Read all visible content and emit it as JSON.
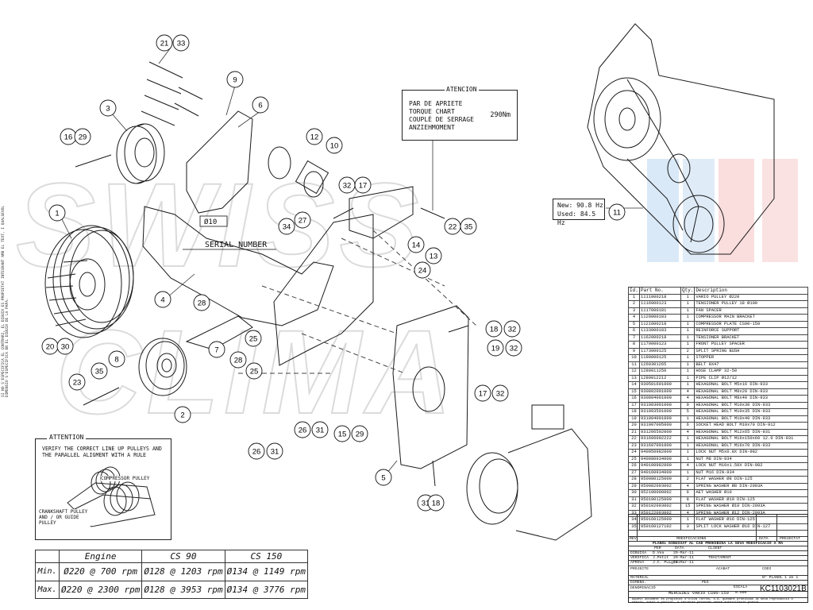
{
  "watermark": {
    "line1": "SWISS",
    "line2": "CLIMA",
    "colors": {
      "blue": "#9ec6ea",
      "red": "#f2a7a7",
      "grey": "#b9b9b9"
    }
  },
  "side_note": "SI NO S'ESPECIFICA EL CONTRARI, EL DIBUIX ES PROPIETAT INTEGRANT AMB EL TEXT, I QUALSEVOL DIMENSIO S'ESPECIFICA EN EL DIBUIX DE LA PAPA.",
  "serial_number_label": "SERIAL NUMBER",
  "diameter_label": "Ø10",
  "callouts": [
    "21",
    "33",
    "9",
    "6",
    "3",
    "16",
    "29",
    "12",
    "10",
    "1",
    "32",
    "17",
    "34",
    "27",
    "22",
    "35",
    "14",
    "13",
    "24",
    "4",
    "28",
    "20",
    "30",
    "7",
    "25",
    "28",
    "25",
    "8",
    "35",
    "23",
    "2",
    "18",
    "32",
    "19",
    "32",
    "26",
    "31",
    "26",
    "31",
    "15",
    "29",
    "17",
    "32",
    "5",
    "31",
    "18",
    "11"
  ],
  "torque_chart": {
    "title": "ATENCION",
    "lines": [
      "PAR DE APRIETE",
      "TORQUE CHART",
      "COUPLÉ DE SERRAGE",
      "ANZIEHMOMENT"
    ],
    "value": "290Nm"
  },
  "frequency": {
    "new": "New: 90.8 Hz",
    "used": "Used: 84.5 Hz",
    "callout": "11"
  },
  "attention": {
    "title": "ATTENTION",
    "text": "VERIFY THE CORRECT LINE UP PULLEYS AND THE PARALLEL ALIGMENT WITH A RULE",
    "compressor_label": "COMPRESSOR PULLEY",
    "crankshaft_label": "CRANKSHAFT PULLEY AND / OR GUIDE PULLEY"
  },
  "rpm_table": {
    "headers": [
      "",
      "Engine",
      "CS 90",
      "CS 150"
    ],
    "rows": [
      [
        "Min.",
        "Ø220 @ 700 rpm",
        "Ø128 @ 1203 rpm",
        "Ø134 @ 1149 rpm"
      ],
      [
        "Max.",
        "Ø220 @ 2300 rpm",
        "Ø128 @ 3953 rpm",
        "Ø134 @ 3776 rpm"
      ]
    ]
  },
  "parts_list": {
    "headers": [
      "Id.",
      "Part No.",
      "Qty.",
      "Description"
    ],
    "rows": [
      [
        "1",
        "1111000218",
        "1",
        "VARIO PULLEY Ø220"
      ],
      [
        "2",
        "1116000123",
        "1",
        "TENSIONER PULLEY 18 Ø100"
      ],
      [
        "3",
        "1117000181",
        "1",
        "FAN SPACER"
      ],
      [
        "4",
        "1120000183",
        "1",
        "COMPRESSOR MAIN BRACKET"
      ],
      [
        "5",
        "1121000218",
        "1",
        "COMPRESSOR PLATE CS90-150"
      ],
      [
        "6",
        "1133000183",
        "1",
        "REINFORCE SUPPORT"
      ],
      [
        "7",
        "1162000218",
        "1",
        "TENSIONER BRACKET"
      ],
      [
        "8",
        "1170000123",
        "1",
        "FRONT PULLEY SPACER"
      ],
      [
        "9",
        "1173000125",
        "2",
        "SPLIT SPRING BUSH"
      ],
      [
        "10",
        "1190000125",
        "1",
        "STOPPER"
      ],
      [
        "11",
        "1260301265",
        "1",
        "BELT 8X47"
      ],
      [
        "12",
        "1280011250",
        "1",
        "HOSE CLAMP 32-50"
      ],
      [
        "13",
        "1280012212",
        "1",
        "PIPE CLIP Ø12/12"
      ],
      [
        "14",
        "930501601000",
        "1",
        "HEXAGONAL BOLT M5x16 DIN-933"
      ],
      [
        "15",
        "930802001000",
        "4",
        "HEXAGONAL BOLT M8x20 DIN-933"
      ],
      [
        "16",
        "930804001000",
        "4",
        "HEXAGONAL BOLT M8x40 DIN-933"
      ],
      [
        "17",
        "931003001000",
        "9",
        "HEXAGONAL BOLT M10x30 DIN-933"
      ],
      [
        "18",
        "931003501000",
        "5",
        "HEXAGONAL BOLT M10x35 DIN-933"
      ],
      [
        "19",
        "931004001000",
        "1",
        "HEXAGONAL BOLT M10x40 DIN-933"
      ],
      [
        "20",
        "931007005000",
        "6",
        "SOCKET HEAD BOLT M10x70 DIN-912"
      ],
      [
        "21",
        "931206502000",
        "4",
        "HEXAGONAL BOLT M12x65 DIN-931"
      ],
      [
        "22",
        "931606002222",
        "1",
        "HEXAGONAL BOLT M16x150x60 12.9 DIN-931"
      ],
      [
        "23",
        "931607001000",
        "1",
        "HEXAGONAL BOLT M16x70 DIN-933"
      ],
      [
        "24",
        "940050982000",
        "1",
        "LOCK NUT M5x0.8X DIN-982"
      ],
      [
        "25",
        "940080934000",
        "1",
        "NUT M8 DIN-934"
      ],
      [
        "26",
        "940100982000",
        "4",
        "LOCK NUT M10x1.50X DIN-982"
      ],
      [
        "27",
        "940160934000",
        "1",
        "NUT M16 DIN-934"
      ],
      [
        "28",
        "950080125000",
        "2",
        "FLAT WASHER Ø8 DIN-125"
      ],
      [
        "29",
        "950082093002",
        "4",
        "SPRING WASHER Ø8 DIN-2093A"
      ],
      [
        "30",
        "952100000002",
        "6",
        "AET WASHER Ø10"
      ],
      [
        "31",
        "950100125000",
        "8",
        "FLAT WASHER Ø10 DIN-125"
      ],
      [
        "32",
        "950102093002",
        "15",
        "SPRING WASHER Ø10 DIN-2093A"
      ],
      [
        "33",
        "950122093002",
        "4",
        "SPRING WASHER Ø12 DIN-2093A"
      ],
      [
        "34",
        "950160125000",
        "1",
        "FLAT WASHER Ø16 DIN-125"
      ],
      [
        "35",
        "950160127102",
        "3",
        "SPLIT LOCK WASHER Ø16 DIN-127"
      ]
    ]
  },
  "title_block": {
    "modifications": "MODIFICACIONS",
    "data": "DATA",
    "projectat": "PROJECTAT",
    "revision_col": "REV",
    "notice": "PLÀNOL DIBUIXAT AL CAD PROHIBIDA LA SEVA MODIFICACIÓ A MÀ",
    "per": "PER",
    "data2": "DATA",
    "client": "CLIENT",
    "dibuixa": "DIBUIXA",
    "dibuixa_per": "D.Vea",
    "dibuixa_data": "29-Mar-11",
    "verifica": "VERIFICA",
    "verifica_per": "J.Petit",
    "verifica_data": "29-Mar-11",
    "tractament": "TRACTAMENT",
    "aprova": "APROVA",
    "aprova_per": "J.C. Puigtal",
    "aprova_data": "29-Mar-11",
    "projecte": "PROJECTE",
    "acabat": "ACABAT",
    "codi": "CODI",
    "material": "MATERIAL",
    "pes": "PES",
    "dimens": "DIMENS.",
    "denominacio": "DENOMINACIÓ",
    "denominacio_value": "MERCEDES VARIO CS90-150",
    "escala": "ESCALA",
    "escala_value": "0.500",
    "planol_no": "Nº PLÀNOL",
    "sheet": "1 de 1",
    "drawing_number": "KC1103021B",
    "footer": "Aquest document és propietat d'Oliva Torras, S.A. quedant prohibida la seva reproducció o cessió, total o parcial, a terceres persones sense autorització prèvia."
  }
}
